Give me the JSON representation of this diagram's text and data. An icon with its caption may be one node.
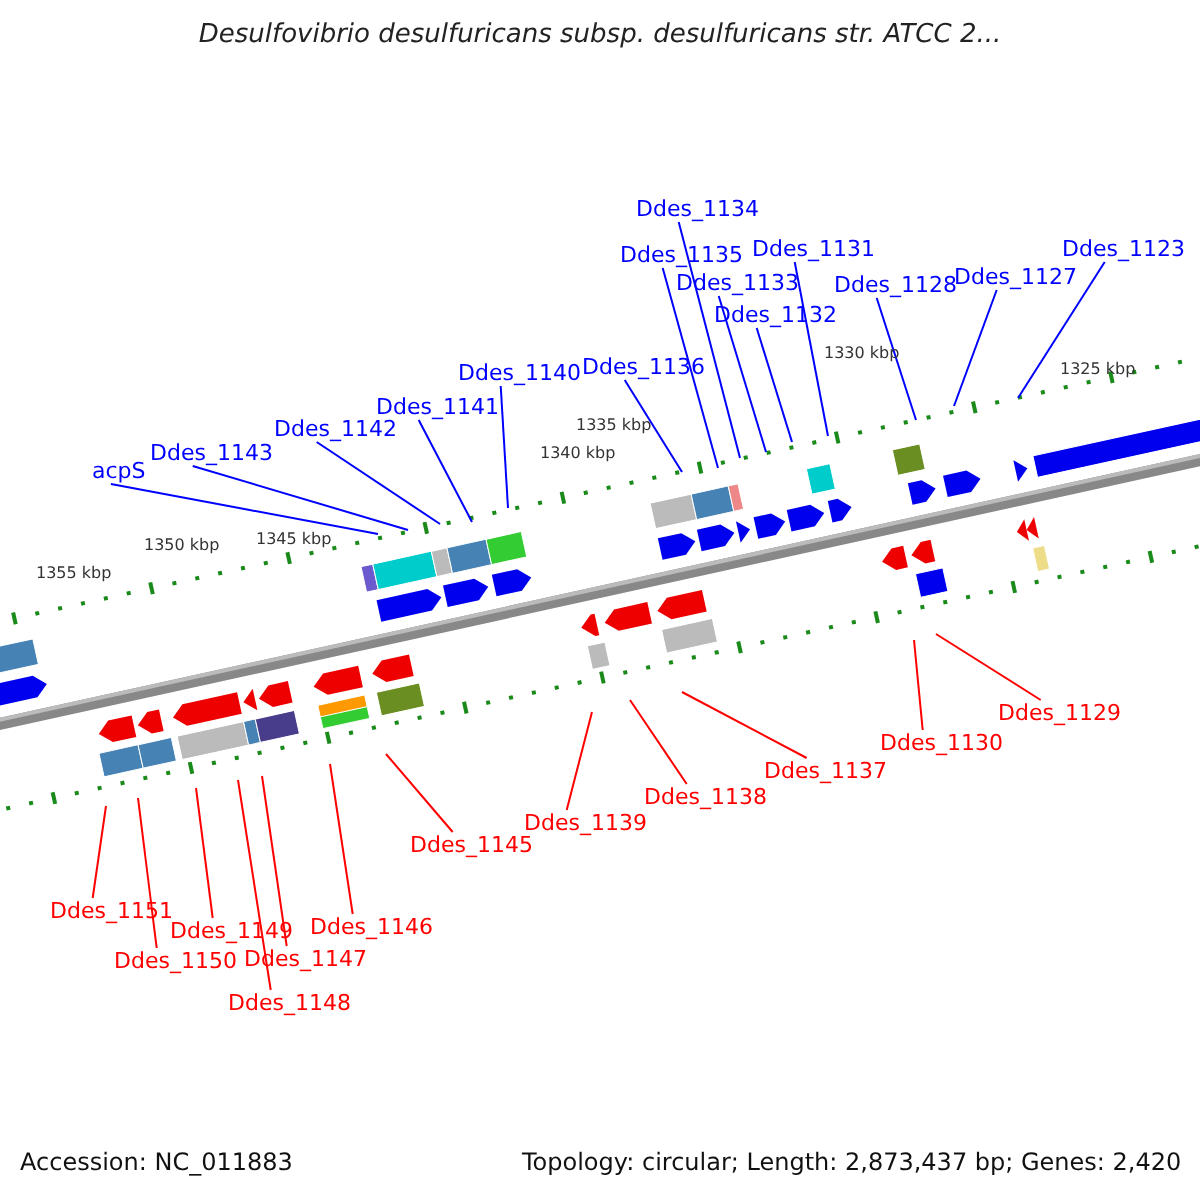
{
  "diagram": {
    "title": "Desulfovibrio desulfuricans subsp. desulfuricans str. ATCC 2...",
    "nodes": [
      {
        "text": [
          "acpS"
        ]
      },
      {
        "text": [
          "Ddes_1143"
        ]
      },
      {
        "text": [
          "Ddes_1142"
        ]
      },
      {
        "text": [
          "Ddes_1141"
        ]
      },
      {
        "text": [
          "Ddes_1140"
        ]
      },
      {
        "text": [
          "Ddes_1136"
        ]
      },
      {
        "text": [
          "Ddes_1135"
        ]
      },
      {
        "text": [
          "Ddes_1134"
        ]
      },
      {
        "text": [
          "Ddes_1133"
        ]
      },
      {
        "text": [
          "Ddes_1132"
        ]
      },
      {
        "text": [
          "Ddes_1131"
        ]
      },
      {
        "text": [
          "Ddes_1128"
        ]
      },
      {
        "text": [
          "Ddes_1127"
        ]
      },
      {
        "text": [
          "Ddes_1123"
        ]
      },
      {
        "text": [
          "Ddes_1151"
        ]
      },
      {
        "text": [
          "Ddes_1150"
        ]
      },
      {
        "text": [
          "Ddes_1149"
        ]
      },
      {
        "text": [
          "Ddes_1148"
        ]
      },
      {
        "text": [
          "Ddes_1147"
        ]
      },
      {
        "text": [
          "Ddes_1146"
        ]
      },
      {
        "text": [
          "Ddes_1145"
        ]
      },
      {
        "text": [
          "Ddes_1139"
        ]
      },
      {
        "text": [
          "Ddes_1138"
        ]
      },
      {
        "text": [
          "Ddes_1137"
        ]
      },
      {
        "text": [
          "Ddes_1130"
        ]
      },
      {
        "text": [
          "Ddes_1129"
        ]
      }
    ],
    "edges": [
      {
        "from": 0,
        "to": null,
        "arrow": "none"
      },
      {
        "from": 1,
        "to": null,
        "arrow": "none"
      },
      {
        "from": 2,
        "to": null,
        "arrow": "none"
      },
      {
        "from": 3,
        "to": null,
        "arrow": "none"
      },
      {
        "from": 4,
        "to": null,
        "arrow": "none"
      },
      {
        "from": 5,
        "to": null,
        "arrow": "none"
      },
      {
        "from": 6,
        "to": null,
        "arrow": "none"
      },
      {
        "from": 7,
        "to": null,
        "arrow": "none"
      },
      {
        "from": 8,
        "to": null,
        "arrow": "none"
      },
      {
        "from": 9,
        "to": null,
        "arrow": "none"
      },
      {
        "from": 10,
        "to": null,
        "arrow": "none"
      },
      {
        "from": 11,
        "to": null,
        "arrow": "none"
      },
      {
        "from": 12,
        "to": null,
        "arrow": "none"
      },
      {
        "from": 13,
        "to": null,
        "arrow": "none"
      },
      {
        "from": 14,
        "to": null,
        "arrow": "none",
        "color": "#ff0000"
      },
      {
        "from": 15,
        "to": null,
        "arrow": "none",
        "color": "#ff0000"
      },
      {
        "from": 16,
        "to": null,
        "arrow": "none",
        "color": "#ff0000"
      },
      {
        "from": 17,
        "to": null,
        "arrow": "none",
        "color": "#ff0000"
      },
      {
        "from": 18,
        "to": null,
        "arrow": "none",
        "color": "#ff0000"
      },
      {
        "from": 19,
        "to": null,
        "arrow": "none",
        "color": "#ff0000"
      },
      {
        "from": 20,
        "to": null,
        "arrow": "none",
        "color": "#ff0000"
      },
      {
        "from": 21,
        "to": null,
        "arrow": "none",
        "color": "#ff0000"
      },
      {
        "from": 22,
        "to": null,
        "arrow": "none",
        "color": "#ff0000"
      },
      {
        "from": 23,
        "to": null,
        "arrow": "none",
        "color": "#ff0000"
      },
      {
        "from": 24,
        "to": null,
        "arrow": "none",
        "color": "#ff0000"
      },
      {
        "from": 25,
        "to": null,
        "arrow": "none",
        "color": "#ff0000"
      }
    ],
    "labels": [
      "1355 kbp",
      "1350 kbp",
      "1345 kbp",
      "1340 kbp",
      "1335 kbp",
      "1330 kbp",
      "1325 kbp",
      "Accession: NC_011883",
      "Topology: circular; Length: 2,873,437 bp; Genes: 2,420"
    ]
  }
}
